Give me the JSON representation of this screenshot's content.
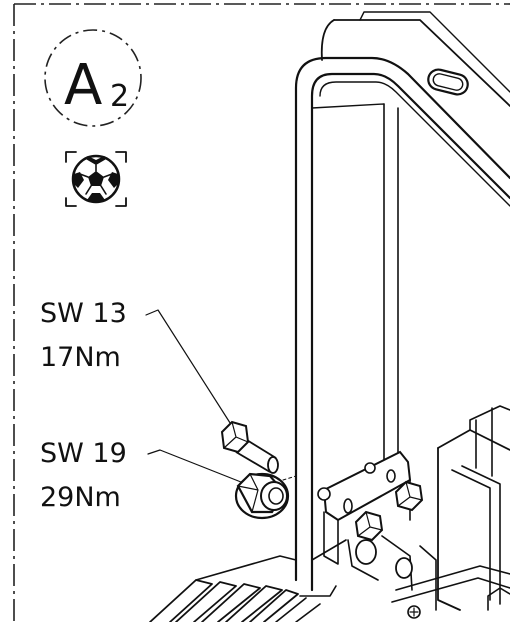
{
  "step_badge": {
    "letter": "A",
    "subscript": "2"
  },
  "tool_icon": "soccer-ball-icon",
  "callouts": [
    {
      "wrench_size": "SW 13",
      "torque": "17Nm"
    },
    {
      "wrench_size": "SW 19",
      "torque": "29Nm"
    }
  ],
  "colors": {
    "line": "#111111",
    "background": "#ffffff",
    "frame_dash": "#222222"
  }
}
